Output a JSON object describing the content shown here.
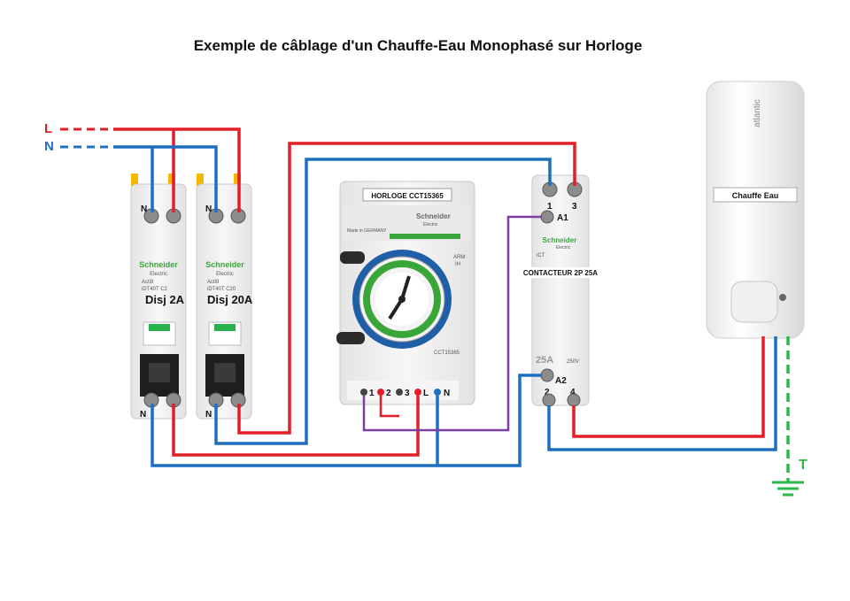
{
  "title": "Exemple de câblage d'un Chauffe-Eau Monophasé sur Horloge",
  "lines": {
    "L": "L",
    "N": "N",
    "T": "T"
  },
  "breaker_small": {
    "label": "Disj 2A",
    "brand": "Schneider",
    "brand_sub": "Electric",
    "model": "Acti9",
    "ref": "iDT40T C2",
    "term_n_top": "N",
    "term_n_bottom": "N"
  },
  "breaker_large": {
    "label": "Disj 20A",
    "brand": "Schneider",
    "brand_sub": "Electric",
    "model": "Acti9",
    "ref": "iDT40T C20",
    "term_n_top": "N",
    "term_n_bottom": "N"
  },
  "timer": {
    "label": "HORLOGE CCT15365",
    "brand": "Schneider",
    "brand_sub": "Electric",
    "made_in": "Made in GERMANY",
    "side_text_1": "ARM",
    "side_text_2": "IH",
    "model_code": "CCT15365",
    "terminals": [
      "1",
      "2",
      "3",
      "L",
      "N"
    ]
  },
  "contactor": {
    "label": "CONTACTEUR 2P 25A",
    "brand": "Schneider",
    "brand_sub": "Electric",
    "type": "iCT",
    "rating": "25A",
    "voltage": "250V",
    "term_1": "1",
    "term_3": "3",
    "term_A1": "A1",
    "term_A2": "A2",
    "term_2": "2",
    "term_4": "4"
  },
  "heater": {
    "label": "Chauffe Eau",
    "brand": "atlantic"
  },
  "colors": {
    "live": "#e41e26",
    "neutral": "#1f6fc0",
    "control": "#7a3fa0",
    "earth": "#2db84a",
    "device": "#f2f2f2"
  }
}
